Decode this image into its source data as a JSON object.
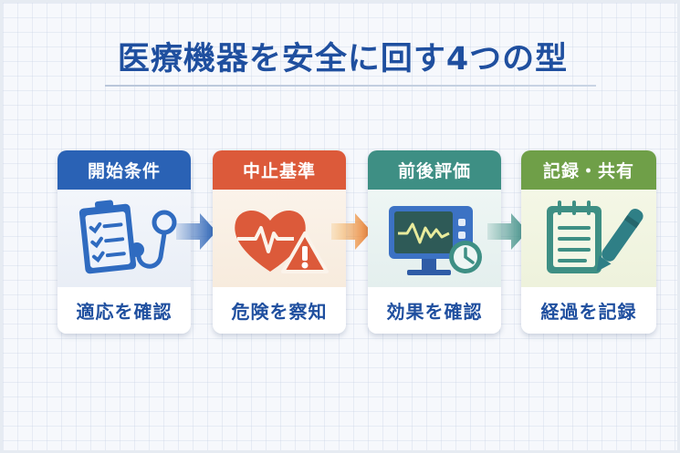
{
  "title": "医療機器を安全に回す4つの型",
  "colors": {
    "title": "#1f4f9f",
    "step1": "#2a62b5",
    "step2": "#dc5a3a",
    "step3": "#3e8f84",
    "step4": "#6f9f48"
  },
  "steps": [
    {
      "header": "開始条件",
      "icon": "clipboard-stethoscope-icon",
      "footer": "適応を確認"
    },
    {
      "header": "中止基準",
      "icon": "heart-warning-icon",
      "footer": "危険を察知"
    },
    {
      "header": "前後評価",
      "icon": "monitor-clock-icon",
      "footer": "効果を確認"
    },
    {
      "header": "記録・共有",
      "icon": "notepad-pen-icon",
      "footer": "経過を記録"
    }
  ],
  "arrows": [
    "arrow-right-icon",
    "arrow-right-icon",
    "arrow-right-icon"
  ]
}
